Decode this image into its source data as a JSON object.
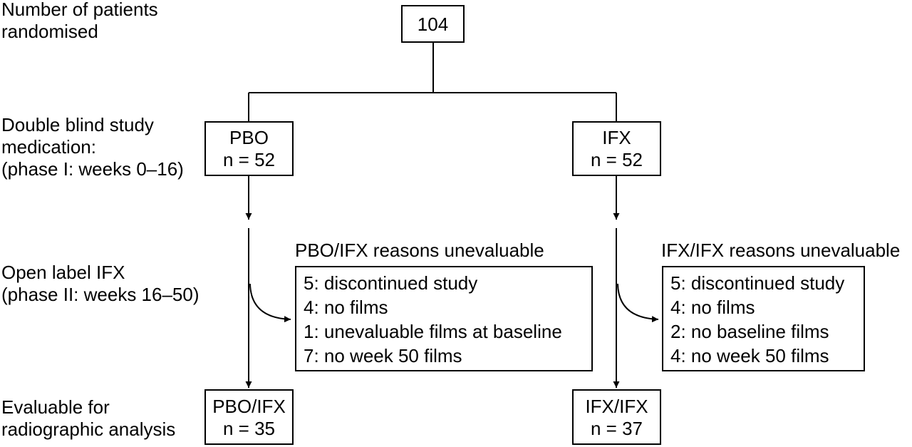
{
  "stage_labels": {
    "randomised": [
      "Number of patients",
      "randomised"
    ],
    "double_blind": [
      "Double blind study",
      "medication:",
      "(phase I: weeks 0–16)"
    ],
    "open_label": [
      "Open label IFX",
      "(phase II: weeks 16–50)"
    ],
    "evaluable": [
      "Evaluable for",
      "radiographic analysis"
    ]
  },
  "randomised_box": {
    "count": "104"
  },
  "arms": {
    "pbo": {
      "name": "PBO",
      "n": "n = 52"
    },
    "ifx": {
      "name": "IFX",
      "n": "n = 52"
    }
  },
  "reasons": {
    "pbo_ifx": {
      "heading": "PBO/IFX reasons unevaluable",
      "items": [
        "5: discontinued study",
        "4: no films",
        "1: unevaluable films at baseline",
        "7: no week 50 films"
      ]
    },
    "ifx_ifx": {
      "heading": "IFX/IFX reasons unevaluable",
      "items": [
        "5: discontinued study",
        "4: no films",
        "2: no baseline films",
        "4: no week 50 films"
      ]
    }
  },
  "evaluable": {
    "pbo_ifx": {
      "name": "PBO/IFX",
      "n": "n = 35"
    },
    "ifx_ifx": {
      "name": "IFX/IFX",
      "n": "n = 37"
    }
  }
}
